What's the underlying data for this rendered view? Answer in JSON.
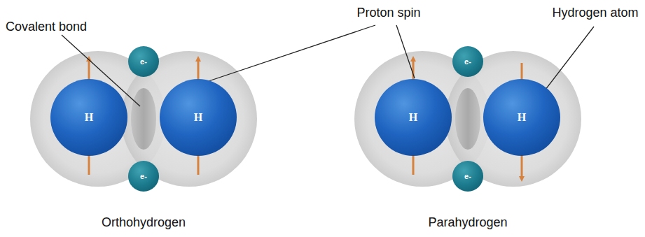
{
  "diagram": {
    "nodes": [
      {
        "text": [
          "H"
        ]
      },
      {
        "text": [
          "H"
        ]
      },
      {
        "text": [
          "e-"
        ]
      },
      {
        "text": [
          "e-"
        ]
      },
      {
        "text": [
          "H"
        ]
      },
      {
        "text": [
          "H"
        ]
      },
      {
        "text": [
          "e-"
        ]
      },
      {
        "text": [
          "e-"
        ]
      }
    ],
    "labels": [
      "Covalent bond",
      "Proton spin",
      "Hydrogen atom",
      "Orthohydrogen",
      "Parahydrogen"
    ]
  }
}
